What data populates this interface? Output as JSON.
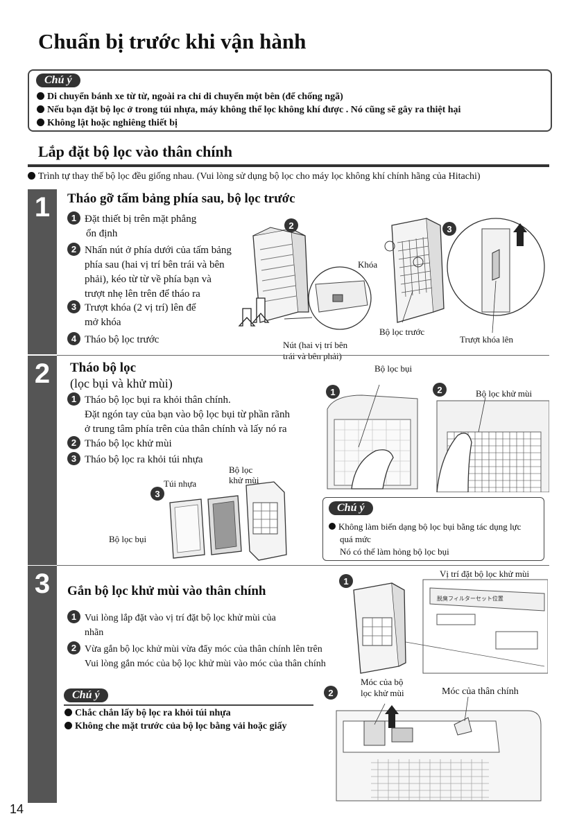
{
  "title": "Chuẩn bị trước khi vận hành",
  "caution_top": {
    "label": "Chú ý",
    "items": [
      "Di chuyển bánh xe từ từ, ngoài ra chỉ di chuyển một bên (để chống ngã)",
      "Nếu bạn đặt bộ lọc ở trong túi nhựa, máy không thể lọc không khí được . Nó cũng sẽ gây ra thiệt hại",
      "Không lật hoặc nghiêng thiết bị"
    ]
  },
  "section": {
    "heading": "Lắp đặt bộ lọc vào thân chính",
    "intro": "Trình tự thay thế bộ lọc đều giống nhau. (Vui lòng sử dụng bộ lọc cho máy lọc không khí chính hãng của Hitachi)"
  },
  "step1": {
    "number": "1",
    "heading": "Tháo gỡ tấm bảng phía sau, bộ lọc trước",
    "items": [
      {
        "n": "1",
        "lines": [
          "Đặt thiết bị trên mặt phẳng",
          "ổn định"
        ]
      },
      {
        "n": "2",
        "lines": [
          "Nhấn nút ở phía dưới của tấm bảng",
          "phía sau (hai vị trí bên trái và bên",
          "phải), kéo từ từ về phía bạn và",
          "trượt nhẹ lên trên để tháo ra"
        ]
      },
      {
        "n": "3",
        "lines": [
          "Trượt khóa (2 vị trí) lên để",
          "mở khóa"
        ]
      },
      {
        "n": "4",
        "lines": [
          "Tháo bộ lọc trước"
        ]
      }
    ],
    "fig_num_a": "2",
    "fig_num_b": "3",
    "label_button": [
      "Nút (hai vị trí bên",
      "trái và bên phải)"
    ],
    "label_lock": "Khóa",
    "label_prefilter": "Bộ lọc trước",
    "label_slide": "Trượt khóa lên"
  },
  "step2": {
    "number": "2",
    "heading": "Tháo bộ lọc",
    "subheading": "(lọc bụi và khử mùi)",
    "items": [
      {
        "n": "1",
        "lines": [
          "Tháo bộ lọc bụi ra khỏi thân chính.",
          "Đặt ngón tay của bạn vào bộ lọc bụi từ phần rãnh",
          "ở trung tâm phía trên của thân chính và lấy nó ra"
        ]
      },
      {
        "n": "2",
        "lines": [
          "Tháo bộ lọc khử mùi"
        ]
      },
      {
        "n": "3",
        "lines": [
          "Tháo bộ lọc ra khỏi túi nhựa"
        ]
      }
    ],
    "label_bag": "Túi nhựa",
    "label_deodor_small": [
      "Bộ lọc",
      "khử mùi"
    ],
    "label_dust_small": "Bộ lọc bụi",
    "fig_num_c": "3",
    "fig_num_1": "1",
    "fig_num_2": "2",
    "label_dust": "Bộ lọc bụi",
    "label_deodor": "Bộ lọc khử mùi",
    "caution": {
      "label": "Chú ý",
      "lines": [
        "Không làm biến dạng bộ lọc bụi bằng tác dụng lực",
        "quá mức",
        "Nó có thể làm hỏng bộ lọc bụi"
      ]
    }
  },
  "step3": {
    "number": "3",
    "heading": "Gắn bộ lọc khử mùi vào thân chính",
    "items": [
      {
        "n": "1",
        "lines": [
          "Vui lòng lắp đặt vào vị trí đặt bộ lọc khử mùi của",
          "nhãn"
        ]
      },
      {
        "n": "2",
        "lines": [
          "Vừa gắn bộ lọc khử mùi vừa đẩy móc của thân chính lên trên",
          "Vui lòng gắn móc của bộ lọc khử mùi vào móc của thân chính"
        ]
      }
    ],
    "fig_num_1": "1",
    "fig_num_2": "2",
    "label_position": "Vị trí đặt bộ lọc khử mùi",
    "label_filter_hook": [
      "Móc của bộ",
      "lọc khử mùi"
    ],
    "label_body_hook": "Móc của thân chính",
    "caution": {
      "label": "Chú ý",
      "items": [
        "Chắc chắn lấy bộ lọc ra khỏi túi nhựa",
        "Không che mặt trước của bộ lọc bằng vải hoặc giấy"
      ]
    }
  },
  "page_number": "14"
}
